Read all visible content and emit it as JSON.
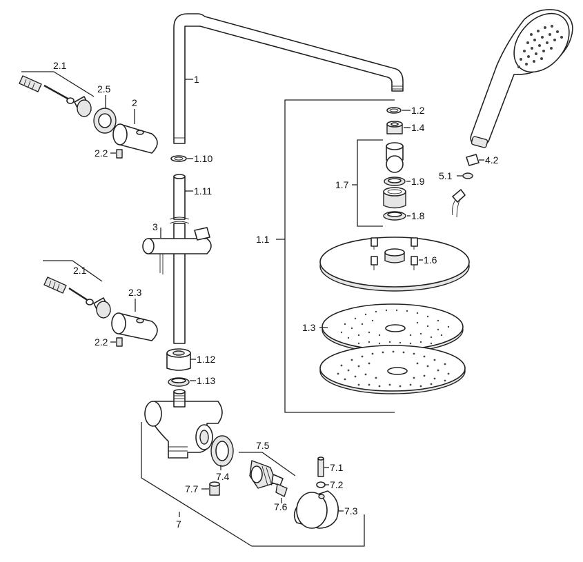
{
  "diagram": {
    "labels": {
      "p1": "1",
      "p1_1": "1.1",
      "p1_2": "1.2",
      "p1_3": "1.3",
      "p1_4": "1.4",
      "p1_6": "1.6",
      "p1_7": "1.7",
      "p1_8": "1.8",
      "p1_9": "1.9",
      "p1_10": "1.10",
      "p1_11": "1.11",
      "p1_12": "1.12",
      "p1_13": "1.13",
      "p2": "2",
      "p2_1_top": "2.1",
      "p2_1_bottom": "2.1",
      "p2_2_top": "2.2",
      "p2_2_bottom": "2.2",
      "p2_3": "2.3",
      "p2_5": "2.5",
      "p3": "3",
      "p4_2": "4.2",
      "p5_1": "5.1",
      "p7": "7",
      "p7_1": "7.1",
      "p7_2": "7.2",
      "p7_3": "7.3",
      "p7_4": "7.4",
      "p7_5": "7.5",
      "p7_6": "7.6",
      "p7_7": "7.7"
    }
  }
}
